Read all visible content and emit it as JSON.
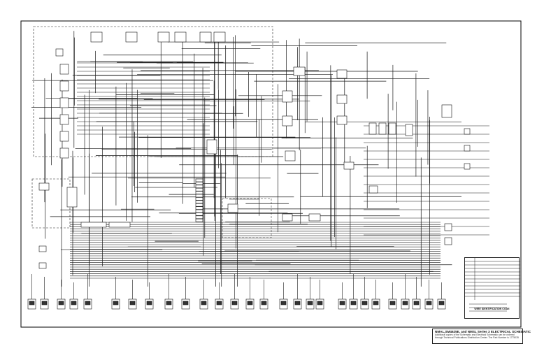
{
  "title_block": {
    "line1": "NMAL,SM4625E, and NMSL Series 3 ELECTRICAL SCHEMATIC",
    "line2": "Additional copies of the Schematic and Electrical Schematic can be ordered through Technical Publications Distribution Center. The Part Number is 1775035"
  },
  "wire_code_table": {
    "caption": "WIRE IDENTIFICATION CODE"
  },
  "colors": {
    "wire": "#1a1a1a",
    "frame": "#000000",
    "dashed_box": "#222222",
    "background": "#ffffff"
  }
}
